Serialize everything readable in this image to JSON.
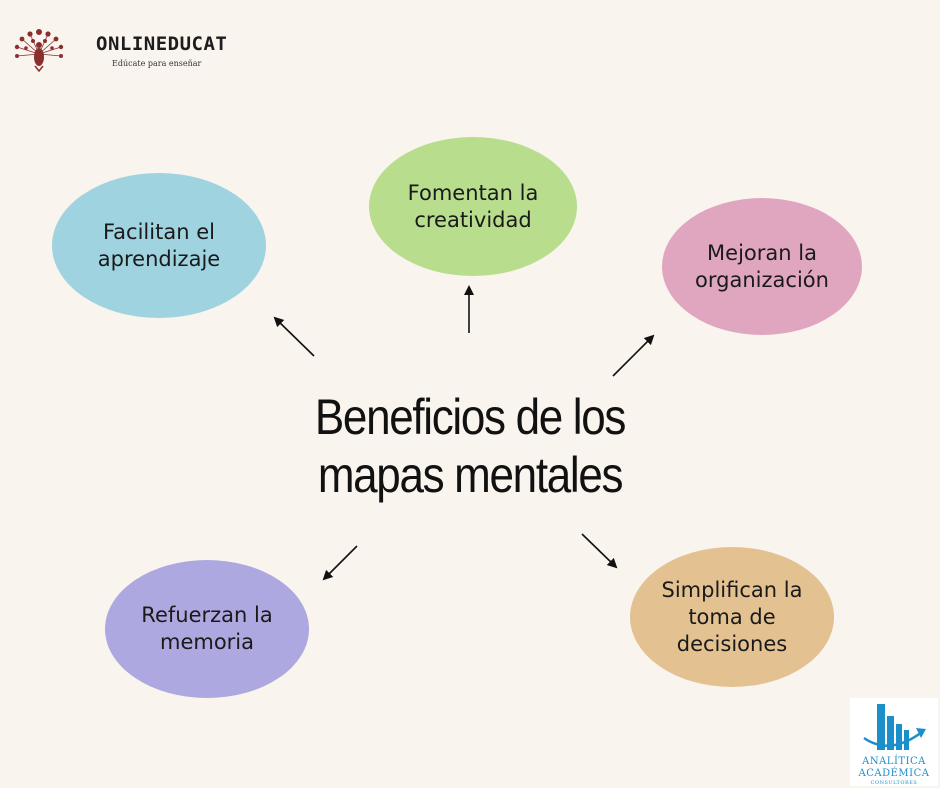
{
  "brand": {
    "name": "ONLINEDUCAT",
    "tagline": "Edúcate para enseñar",
    "logo_icon": "peacock-icon",
    "color": "#8b2e2e"
  },
  "title": "Beneficios de los\nmapas mentales",
  "bubbles": [
    {
      "label": "Facilitan el\naprendizaje",
      "color": "#9fd3e0"
    },
    {
      "label": "Fomentan la\ncreatividad",
      "color": "#b8dd8c"
    },
    {
      "label": "Mejoran la\norganización",
      "color": "#e0a6bf"
    },
    {
      "label": "Refuerzan la\nmemoria",
      "color": "#ada8e0"
    },
    {
      "label": "Simplifican la\ntoma de\ndecisiones",
      "color": "#e3c190"
    }
  ],
  "partner_logo": {
    "icon": "bar-chart-growth-icon",
    "line1": "ANALÍTICA",
    "line2": "ACADÉMICA",
    "line3": "CONSULTORES",
    "color": "#1b8fc9"
  }
}
